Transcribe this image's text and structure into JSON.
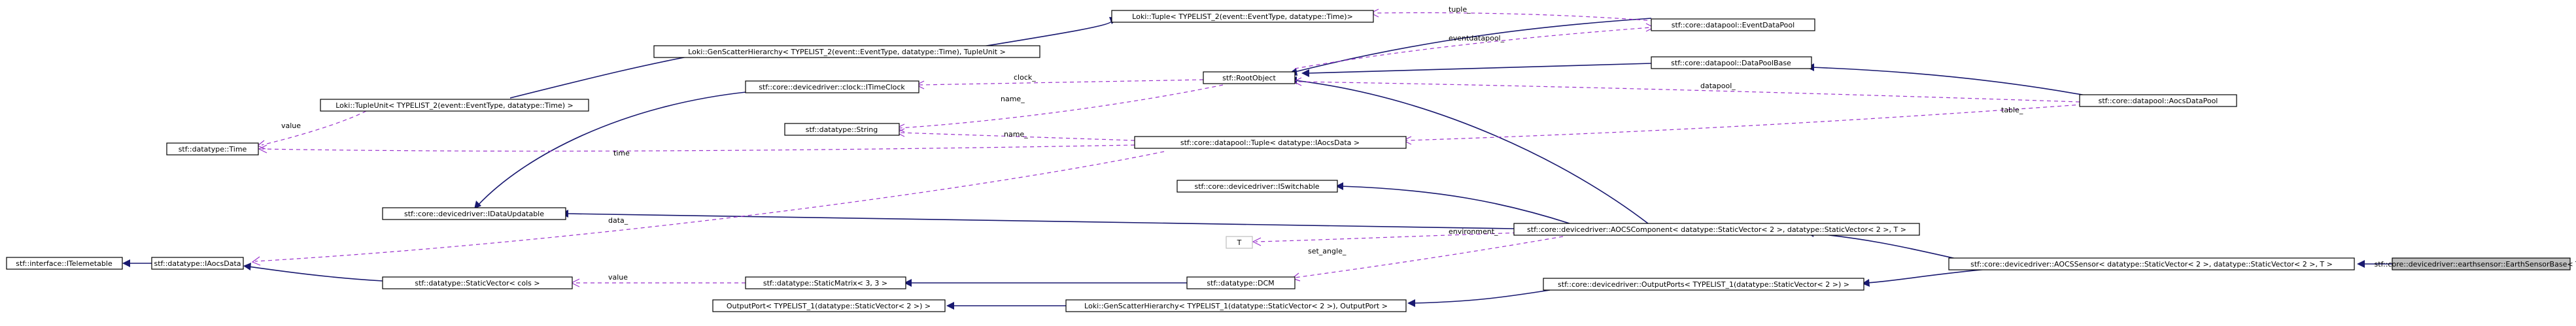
{
  "nodes": {
    "eventtuple": "Loki::Tuple< TYPELIST_2(event::EventType, datatype::Time)>",
    "eventdatapool": "stf::core::datapool::EventDataPool",
    "genscatter_event": "Loki::GenScatterHierarchy< TYPELIST_2(event::EventType, datatype::Time), TupleUnit >",
    "itimeclock": "stf::core::devicedriver::clock::ITimeClock",
    "rootobject": "stf::RootObject",
    "datapoolbase": "stf::core::datapool::DataPoolBase",
    "aocsdatapool": "stf::core::datapool::AocsDataPool",
    "tupleunit": "Loki::TupleUnit< TYPELIST_2(event::EventType, datatype::Time) >",
    "string": "stf::datatype::String",
    "time": "stf::datatype::Time",
    "tuple_iaocsdata": "stf::core::datapool::Tuple< datatype::IAocsData >",
    "iswitchable": "stf::core::devicedriver::ISwitchable",
    "idataupdatable": "stf::core::devicedriver::IDataUpdatable",
    "aocscomponent": "stf::core::devicedriver::AOCSComponent< datatype::StaticVector< 2 >, datatype::StaticVector< 2 >, T >",
    "T": "T",
    "itelemetable": "stf::interface::ITelemetable",
    "iaocsdata": "stf::datatype::IAocsData",
    "aocssensor": "stf::core::devicedriver::AOCSSensor< datatype::StaticVector< 2 >, datatype::StaticVector< 2 >, T >",
    "earthsensorbase": "stf::core::devicedriver::earthsensor::EarthSensorBase< T >",
    "dcm": "stf::datatype::DCM",
    "staticvector": "stf::datatype::StaticVector< cols >",
    "staticmatrix": "stf::datatype::StaticMatrix< 3, 3 >",
    "outputports": "stf::core::devicedriver::OutputPorts< TYPELIST_1(datatype::StaticVector< 2 >) >",
    "outputport": "OutputPort< TYPELIST_1(datatype::StaticVector< 2 >) >",
    "genscatter_output": "Loki::GenScatterHierarchy< TYPELIST_1(datatype::StaticVector< 2 >), OutputPort >"
  },
  "edge_labels": {
    "tuple": "tuple_",
    "eventdatapool": "eventdatapool_",
    "clock": "clock_",
    "datapool": "datapool_",
    "name1": "name_",
    "table": "table_",
    "value1": "value",
    "name2": "name_",
    "time": "time",
    "data": "data_",
    "environment": "environment_",
    "set_angle": "set_angle_",
    "value2": "value"
  },
  "colors": {
    "inheritance": "#191970",
    "usage": "#9a32cd",
    "root_fill": "#bfbfbf"
  }
}
